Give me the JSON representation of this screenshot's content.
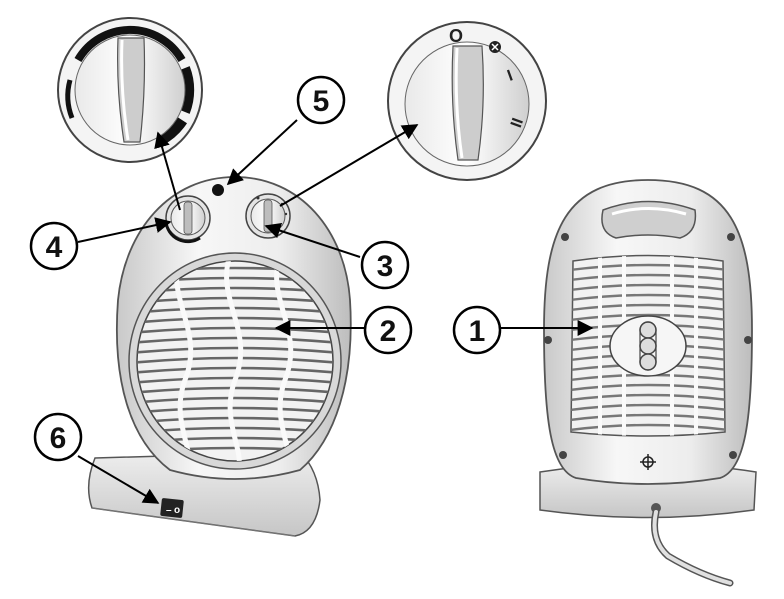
{
  "callouts": [
    "1",
    "2",
    "3",
    "4",
    "5",
    "6"
  ],
  "dial_markings": {
    "off": "O",
    "level_1": "I",
    "level_2": "II"
  },
  "switch_markings": {
    "off": "o",
    "on": "–"
  },
  "icons": [
    "fan-heater-front",
    "fan-heater-back",
    "thermostat-dial",
    "mode-selector-dial",
    "power-indicator-light",
    "rocker-switch",
    "power-cord",
    "snowflake-fan-icon"
  ]
}
